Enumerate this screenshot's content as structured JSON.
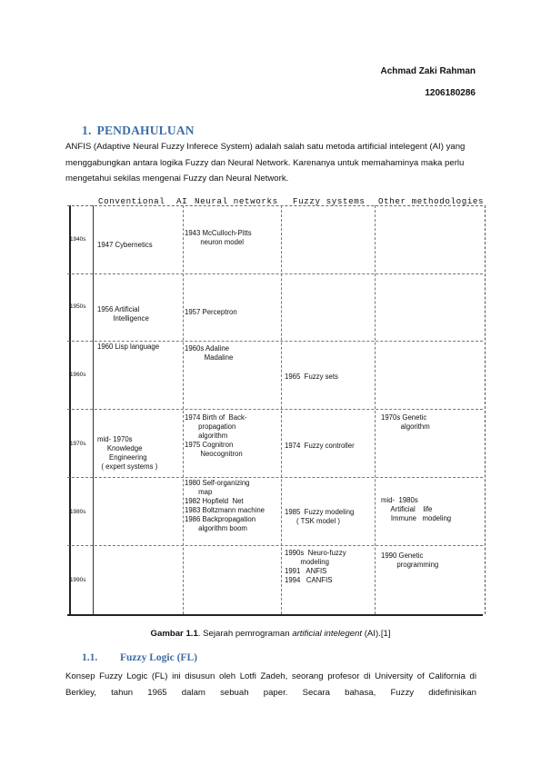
{
  "author": {
    "name": "Achmad Zaki Rahman",
    "id": "1206180286"
  },
  "section": {
    "number": "1.",
    "title": "PENDAHULUAN"
  },
  "intro_text": "ANFIS (Adaptive Neural Fuzzy Inferece System) adalah salah satu metoda artificial intelegent (AI) yang menggabungkan antara logika Fuzzy dan Neural Network. Karenanya untuk memahaminya maka perlu mengetahui sekilas mengenai Fuzzy dan Neural Network.",
  "figure": {
    "columns": [
      "Conventional",
      "AI",
      "Neural networks",
      "Fuzzy systems",
      "Other methodologies"
    ],
    "decades": [
      "1940s",
      "1950s",
      "1960s",
      "1970s",
      "1980s",
      "1990s"
    ],
    "cells": {
      "c1940_conv": "1947 Cybernetics",
      "c1940_nn": "1943 McCulloch-Pitts\n        neuron model",
      "c1950_conv": "1956 Artificial\n        Intelligence",
      "c1950_nn": "1957 Perceptron",
      "c1960_conv": "1960 Lisp language",
      "c1960_nn": "1960s Adaline\n          Madaline",
      "c1960_fz": "1965  Fuzzy sets",
      "c1970_conv": "mid- 1970s\n     Knowledge\n      Engineering\n  ( expert systems )",
      "c1970_nn": "1974 Birth of  Back-\n       propagation\n       algorithm\n1975 Cognitron\n        Neocognitron",
      "c1970_fz": "1974  Fuzzy controller",
      "c1970_oth": "1970s Genetic\n          algorithm",
      "c1980_nn": "1980 Self-organizing\n       map\n1982 Hopfield  Net\n1983 Boltzmann machine\n1986 Backpropagation\n       algorithm boom",
      "c1980_fz": "1985  Fuzzy modeling\n      ( TSK model )",
      "c1980_oth": "mid-  1980s\n     Artificial    life\n     Immune   modeling",
      "c1990_fz": "1990s  Neuro-fuzzy\n        modeling\n1991   ANFIS\n1994   CANFIS",
      "c1990_oth": "1990 Genetic\n        programming"
    }
  },
  "caption": {
    "label": "Gambar 1.1",
    "text_pre": ". Sejarah pemrograman ",
    "text_italic": "artificial intelegent",
    "text_post": " (AI).[1]"
  },
  "subsection": {
    "number": "1.1.",
    "title": "Fuzzy Logic (FL)"
  },
  "fl_text": "Konsep Fuzzy Logic (FL) ini disusun oleh Lotfi Zadeh, seorang profesor di University of California di Berkley, tahun 1965 dalam sebuah paper.  Secara bahasa, Fuzzy didefinisikan"
}
